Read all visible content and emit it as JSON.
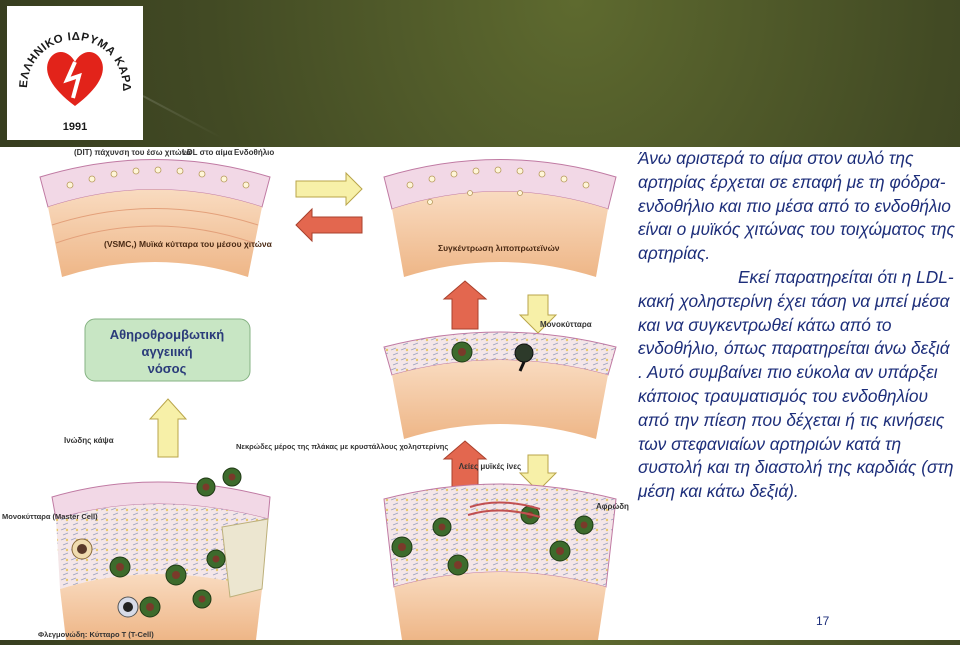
{
  "logo": {
    "arc_text": "ΕΛΛΗΝΙΚΟ ΙΔΡΥΜΑ ΚΑΡΔΙΟΛΟΓΙΑΣ",
    "year": "1991"
  },
  "figure": {
    "label_dit": "(DIT) πάχυνση του έσω χιτώνα",
    "label_ldl": "LDL στο αίμα",
    "label_endothelium": "Ενδοθήλιο",
    "label_vsmc": "(VSMC,) Μυϊκά κύτταρα του μέσου χιτώνα",
    "label_lipo": "Συγκέντρωση λιποπρωτεϊνών",
    "label_monocytes": "Μονοκύτταρα",
    "label_disease_1": "Αθηροθρομβωτική",
    "label_disease_2": "αγγειική",
    "label_disease_3": "νόσος",
    "label_fibrous": "Ινώδης κάψα",
    "label_necrotic": "Νεκρώδες μέρος της πλάκας με κρυστάλλους χοληστερίνης",
    "label_smooth_muscle": "Λείες μυϊκές ίνες",
    "label_foam": "Αφρώδη κύτταρα",
    "label_mast": "Μονοκύτταρα (Master Cell)",
    "label_tcell": "Φλεγμονώδη: Κύτταρο Τ (T-Cell)"
  },
  "text": {
    "para1": "Άνω αριστερά το αίμα στον αυλό της αρτηρίας έρχεται σε επαφή με τη φόδρα-ενδοθήλιο και πιο μέσα από το ενδοθήλιο είναι ο μυϊκός χιτώνας του τοιχώματος της αρτηρίας.",
    "para2": "Εκεί παρατηρείται ότι η LDL-κακή χοληστερίνη έχει τάση να μπεί μέσα και να συγκεντρωθεί κάτω από το ενδοθήλιο, όπως παρατηρείται άνω δεξιά . Αυτό συμβαίνει πιο εύκολα αν υπάρξει κάποιος τραυματισμός του ενδοθηλίου από την πίεση που δέχεται ή τις κινήσεις των στεφανιαίων αρτηριών κατά τη συστολή και τη διαστολή της καρδιάς (στη μέση και κάτω δεξιά)."
  },
  "page_number": "17",
  "colors": {
    "background": "#424a24",
    "text": "#1d2e7a",
    "artery_tissue": "#f3c49b",
    "endothelium": "#e0a6c7",
    "logo_red": "#e2231a",
    "arrow_yellow": "#f7f0a8",
    "arrow_red": "#e3674f",
    "disease_box": "#c8e6c4"
  }
}
